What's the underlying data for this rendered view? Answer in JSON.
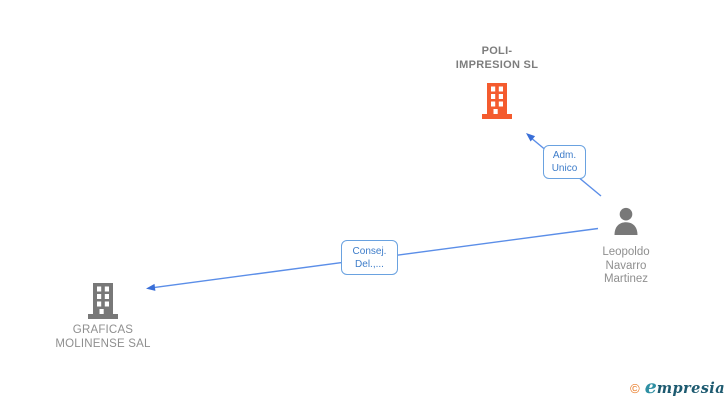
{
  "colors": {
    "edge_blue": "#5b8ee8",
    "arrow_blue": "#3a6fd8",
    "edge_label_border": "#6aa2e0",
    "edge_label_text": "#3d7cc9",
    "company_accent_orange": "#f45b2e",
    "icon_gray": "#787878",
    "company_text_gray": "#7d7d7d",
    "secondary_text_gray": "#8f8f8f",
    "logo_orange": "#e8761e",
    "logo_teal": "#2e8fa3",
    "logo_dark": "#1d5a70"
  },
  "diagram": {
    "companies": [
      {
        "name": "POLI-\nIMPRESION SL"
      },
      {
        "name": "GRAFICAS\nMOLINENSE SAL"
      }
    ],
    "person": {
      "name": "Leopoldo\nNavarro\nMartinez"
    },
    "relations": [
      {
        "label": "Adm.\nUnico",
        "from": "Leopoldo Navarro Martinez",
        "to": "POLI-IMPRESION SL"
      },
      {
        "label": "Consej.\nDel.,...",
        "from": "Leopoldo Navarro Martinez",
        "to": "GRAFICAS MOLINENSE SAL"
      }
    ]
  },
  "footer": {
    "copyright_symbol": "©",
    "logo_e": "e",
    "logo_rest": "mpresia"
  }
}
